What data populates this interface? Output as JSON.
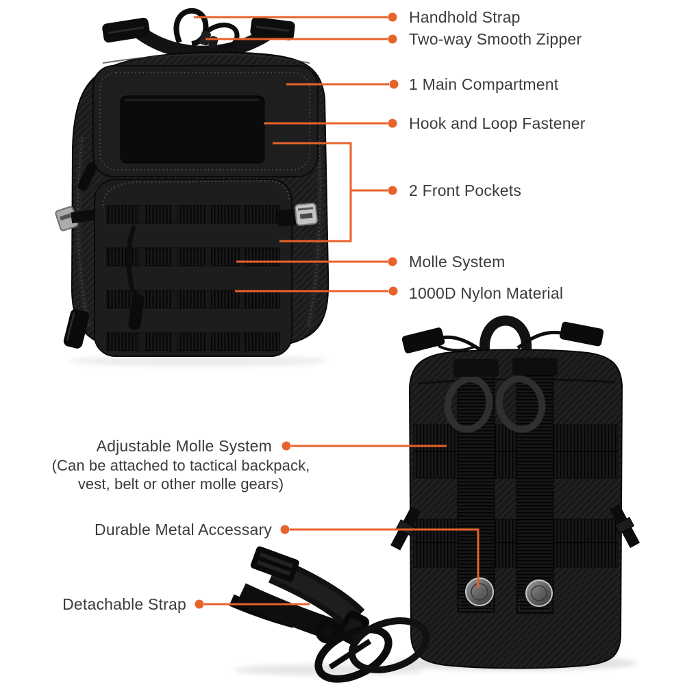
{
  "colors": {
    "accent": "#E8622B",
    "label_text": "#3B3B3B",
    "background": "#FFFFFF",
    "product_black": "#161616",
    "metal_snap": "#8A8A8A"
  },
  "callouts": {
    "right": [
      {
        "label": "Handhold Strap"
      },
      {
        "label": "Two-way Smooth Zipper"
      },
      {
        "label": "1 Main Compartment"
      },
      {
        "label": "Hook and Loop Fastener"
      },
      {
        "label": "2 Front Pockets"
      },
      {
        "label": "Molle System"
      },
      {
        "label": "1000D Nylon Material"
      }
    ],
    "left": [
      {
        "label": "Adjustable Molle System",
        "note_line1": "(Can be attached to tactical backpack,",
        "note_line2": "vest, belt or other molle gears)"
      },
      {
        "label": "Durable Metal Accessary"
      },
      {
        "label": "Detachable Strap"
      }
    ]
  }
}
